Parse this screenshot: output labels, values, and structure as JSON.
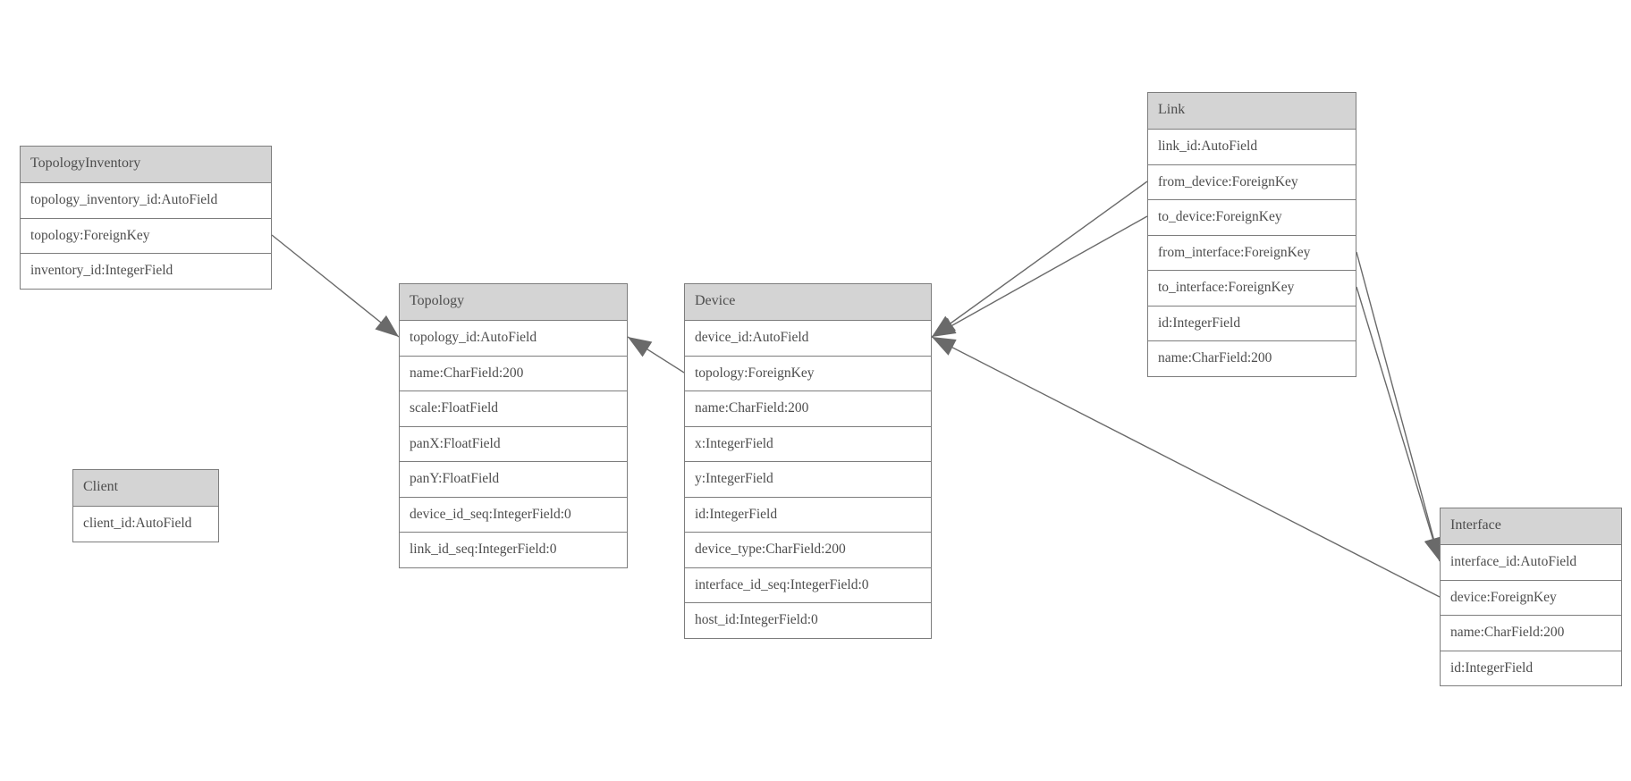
{
  "diagram": {
    "background_color": "#ffffff",
    "line_color": "#6a6a6a",
    "arrow_color": "#6a6a6a",
    "border_color": "#7d7d7d",
    "header_fill_color": "#d4d4d4",
    "text_color": "#4d4d4d",
    "tables": [
      {
        "name": "TopologyInventory",
        "fields": [
          "topology_inventory_id:AutoField",
          "topology:ForeignKey",
          "inventory_id:IntegerField"
        ]
      },
      {
        "name": "Topology",
        "fields": [
          "topology_id:AutoField",
          "name:CharField:200",
          "scale:FloatField",
          "panX:FloatField",
          "panY:FloatField",
          "device_id_seq:IntegerField:0",
          "link_id_seq:IntegerField:0"
        ]
      },
      {
        "name": "Client",
        "fields": [
          "client_id:AutoField"
        ]
      },
      {
        "name": "Device",
        "fields": [
          "device_id:AutoField",
          "topology:ForeignKey",
          "name:CharField:200",
          "x:IntegerField",
          "y:IntegerField",
          "id:IntegerField",
          "device_type:CharField:200",
          "interface_id_seq:IntegerField:0",
          "host_id:IntegerField:0"
        ]
      },
      {
        "name": "Link",
        "fields": [
          "link_id:AutoField",
          "from_device:ForeignKey",
          "to_device:ForeignKey",
          "from_interface:ForeignKey",
          "to_interface:ForeignKey",
          "id:IntegerField",
          "name:CharField:200"
        ]
      },
      {
        "name": "Interface",
        "fields": [
          "interface_id:AutoField",
          "device:ForeignKey",
          "name:CharField:200",
          "id:IntegerField"
        ]
      }
    ],
    "relations": [
      {
        "from_table": "TopologyInventory",
        "from_field": "topology",
        "from_side": "right",
        "to_table": "Topology",
        "to_field": "topology_id",
        "to_side": "left"
      },
      {
        "from_table": "Device",
        "from_field": "topology",
        "from_side": "left",
        "to_table": "Topology",
        "to_field": "topology_id",
        "to_side": "right"
      },
      {
        "from_table": "Link",
        "from_field": "from_device",
        "from_side": "left",
        "to_table": "Device",
        "to_field": "device_id",
        "to_side": "right"
      },
      {
        "from_table": "Link",
        "from_field": "to_device",
        "from_side": "left",
        "to_table": "Device",
        "to_field": "device_id",
        "to_side": "right"
      },
      {
        "from_table": "Interface",
        "from_field": "device",
        "from_side": "left",
        "to_table": "Device",
        "to_field": "device_id",
        "to_side": "right"
      },
      {
        "from_table": "Link",
        "from_field": "from_interface",
        "from_side": "right",
        "to_table": "Interface",
        "to_field": "interface_id",
        "to_side": "left"
      },
      {
        "from_table": "Link",
        "from_field": "to_interface",
        "from_side": "right",
        "to_table": "Interface",
        "to_field": "interface_id",
        "to_side": "left"
      }
    ]
  }
}
